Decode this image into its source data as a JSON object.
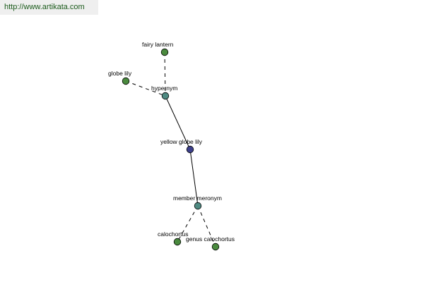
{
  "banner": {
    "url": "http://www.artikata.com"
  },
  "colors": {
    "leaf_node": "#4a8a3e",
    "relation_node": "#4f8a82",
    "focus_node": "#3c3f8a"
  },
  "graph": {
    "nodes": [
      {
        "id": "fairy-lantern",
        "label": "fairy lantern",
        "kind": "leaf"
      },
      {
        "id": "globe-lily",
        "label": "globe lily",
        "kind": "leaf"
      },
      {
        "id": "hypernym",
        "label": "hypernym",
        "kind": "relation"
      },
      {
        "id": "yellow-globe-lily",
        "label": "yellow globe lily",
        "kind": "focus"
      },
      {
        "id": "member-meronym",
        "label": "member meronym",
        "kind": "relation"
      },
      {
        "id": "calochortus",
        "label": "calochortus",
        "kind": "leaf"
      },
      {
        "id": "genus-calochortus",
        "label": "genus calochortus",
        "kind": "leaf"
      }
    ],
    "edges": [
      {
        "from": "fairy-lantern",
        "to": "hypernym",
        "style": "dashed"
      },
      {
        "from": "globe-lily",
        "to": "hypernym",
        "style": "dashed"
      },
      {
        "from": "hypernym",
        "to": "yellow-globe-lily",
        "style": "solid"
      },
      {
        "from": "yellow-globe-lily",
        "to": "member-meronym",
        "style": "solid"
      },
      {
        "from": "member-meronym",
        "to": "calochortus",
        "style": "dashed"
      },
      {
        "from": "member-meronym",
        "to": "genus-calochortus",
        "style": "dashed"
      }
    ]
  }
}
